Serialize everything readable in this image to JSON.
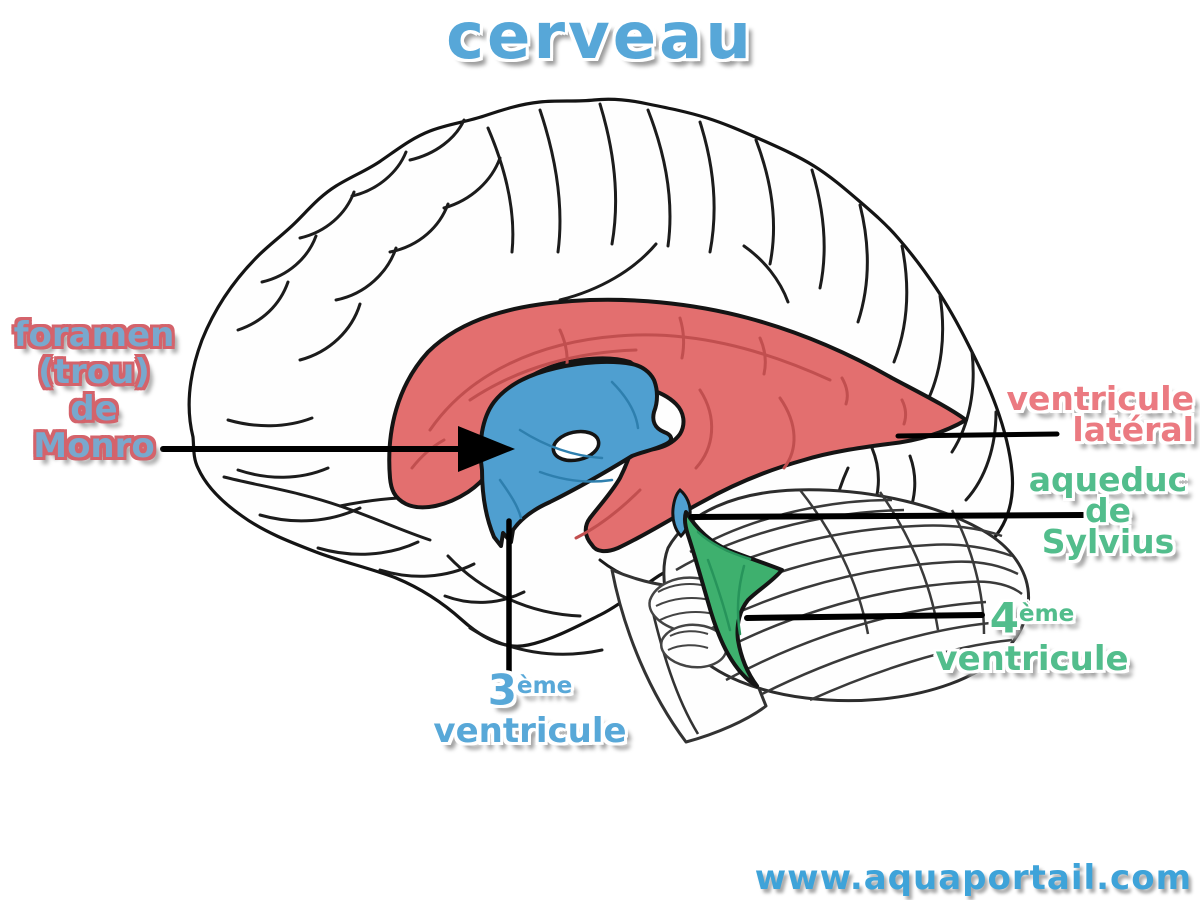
{
  "title": "cerveau",
  "watermark": "www.aquaportail.com",
  "labels": {
    "foramen": {
      "lines": [
        "foramen",
        "(trou)",
        "de",
        "Monro"
      ]
    },
    "lateral": {
      "lines": [
        "ventricule",
        "latéral"
      ]
    },
    "aqueduc": {
      "lines": [
        "aqueduc",
        "de",
        "Sylvius"
      ]
    },
    "fourth": {
      "number": "4",
      "suffix": "ème",
      "word": "ventricule"
    },
    "third": {
      "number": "3",
      "suffix": "ème",
      "word": "ventricule"
    }
  },
  "colors": {
    "title_blue": "#57a7d8",
    "label_pink": "#eb7a81",
    "label_green": "#52bd8c",
    "label_blue": "#58a8d8",
    "foramen_text_fill": "#79a8cd",
    "foramen_text_outline": "#d4636b",
    "watermark_blue": "#3ea3d9",
    "lateral_ventricle_fill": "#e36f6f",
    "third_ventricle_fill": "#4f9fd0",
    "fourth_ventricle_fill": "#3eb06e",
    "outline_black": "#141414"
  }
}
